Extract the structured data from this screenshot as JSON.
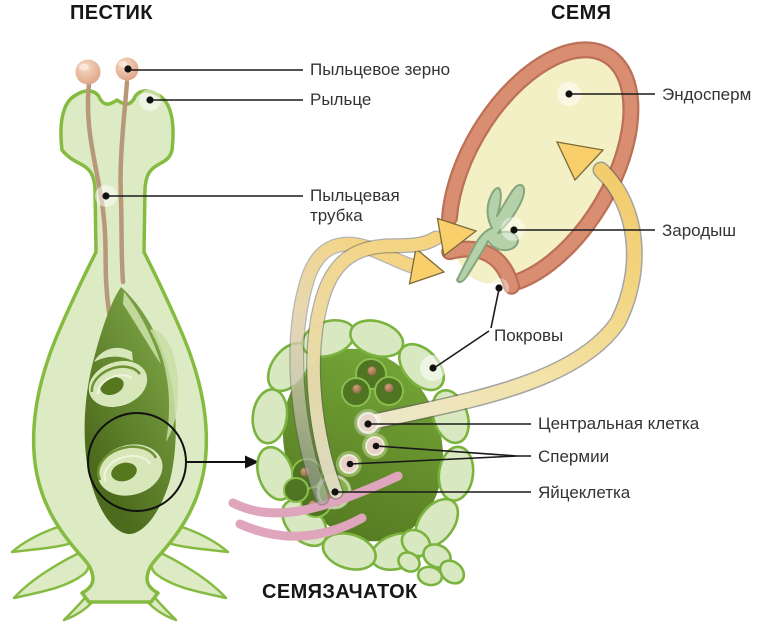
{
  "diagram": {
    "subject": "double-fertilization-in-flowering-plants",
    "background": "#ffffff"
  },
  "titles": {
    "pistil": "ПЕСТИК",
    "seed": "СЕМЯ",
    "ovule": "СЕМЯЗАЧАТОК"
  },
  "labels": {
    "pollen_grain": "Пыльцевое зерно",
    "stigma": "Рыльце",
    "pollen_tube": "Пыльцевая трубка",
    "endosperm": "Эндосперм",
    "embryo": "Зародыш",
    "integuments": "Покровы",
    "central_cell": "Центральная клетка",
    "sperm_cells": "Спермии",
    "egg_cell": "Яйцеклетка"
  },
  "icons": {
    "zoom_circle": "magnifier-circle-callout",
    "callout_arrow": "right-arrow",
    "flow_arrows": "curved-yellow-arrows"
  },
  "colors": {
    "pistil_fill": "#dcebc4",
    "outline_green": "#86bb42",
    "cavity_dark": "#527422",
    "cavity_light": "#7ba344",
    "ovule_cell_fill": "#d8e8c0",
    "ovule_cell_stroke": "#7ab33e",
    "ovule_interior": "#6f9c33",
    "inner_cell_dark": "#4f7522",
    "nucleus_brown": "#9c6b49",
    "pollen_pink": "#e5b096",
    "tube_tan": "#b89878",
    "seed_coat": "#d98e71",
    "seed_coat_edge": "#bc7058",
    "endosperm_fill": "#f3f0c5",
    "embryo_green": "#b5d1aa",
    "arrow_yellow": "#f2cd6e",
    "arrow_cream": "#ebe7cb",
    "ribbon_pink": "#dfa5bc",
    "leader_line": "#1a1a1a",
    "label_text": "#333333"
  }
}
